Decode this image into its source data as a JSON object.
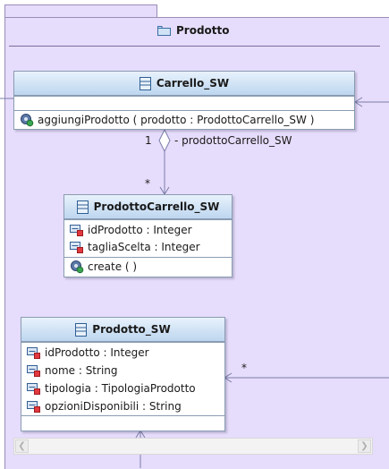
{
  "package": {
    "name": "Prodotto"
  },
  "classes": {
    "carrello": {
      "name": "Carrello_SW",
      "operations": [
        "aggiungiProdotto ( prodotto : ProdottoCarrello_SW )"
      ]
    },
    "prodotto_carrello": {
      "name": "ProdottoCarrello_SW",
      "attributes": [
        "idProdotto : Integer",
        "tagliaScelta : Integer"
      ],
      "operations": [
        "create ( )"
      ]
    },
    "prodotto": {
      "name": "Prodotto_SW",
      "attributes": [
        "idProdotto : Integer",
        "nome : String",
        "tipologia : TipologiaProdotto",
        "opzioniDisponibili : String"
      ]
    }
  },
  "associations": {
    "carrello_prodotto": {
      "source_mult": "1",
      "role": "- prodottoCarrello_SW",
      "target_mult": "*"
    },
    "external_prodotto": {
      "target_mult": "*"
    }
  },
  "icons": {
    "package": "package-icon",
    "class": "class-icon",
    "attribute": "attribute-icon",
    "operation": "operation-icon"
  },
  "colors": {
    "package_fill": "#e6dcfb",
    "class_header": "#bdd6ef",
    "class_border": "#8a9cb2",
    "line": "#7a7ea8"
  }
}
